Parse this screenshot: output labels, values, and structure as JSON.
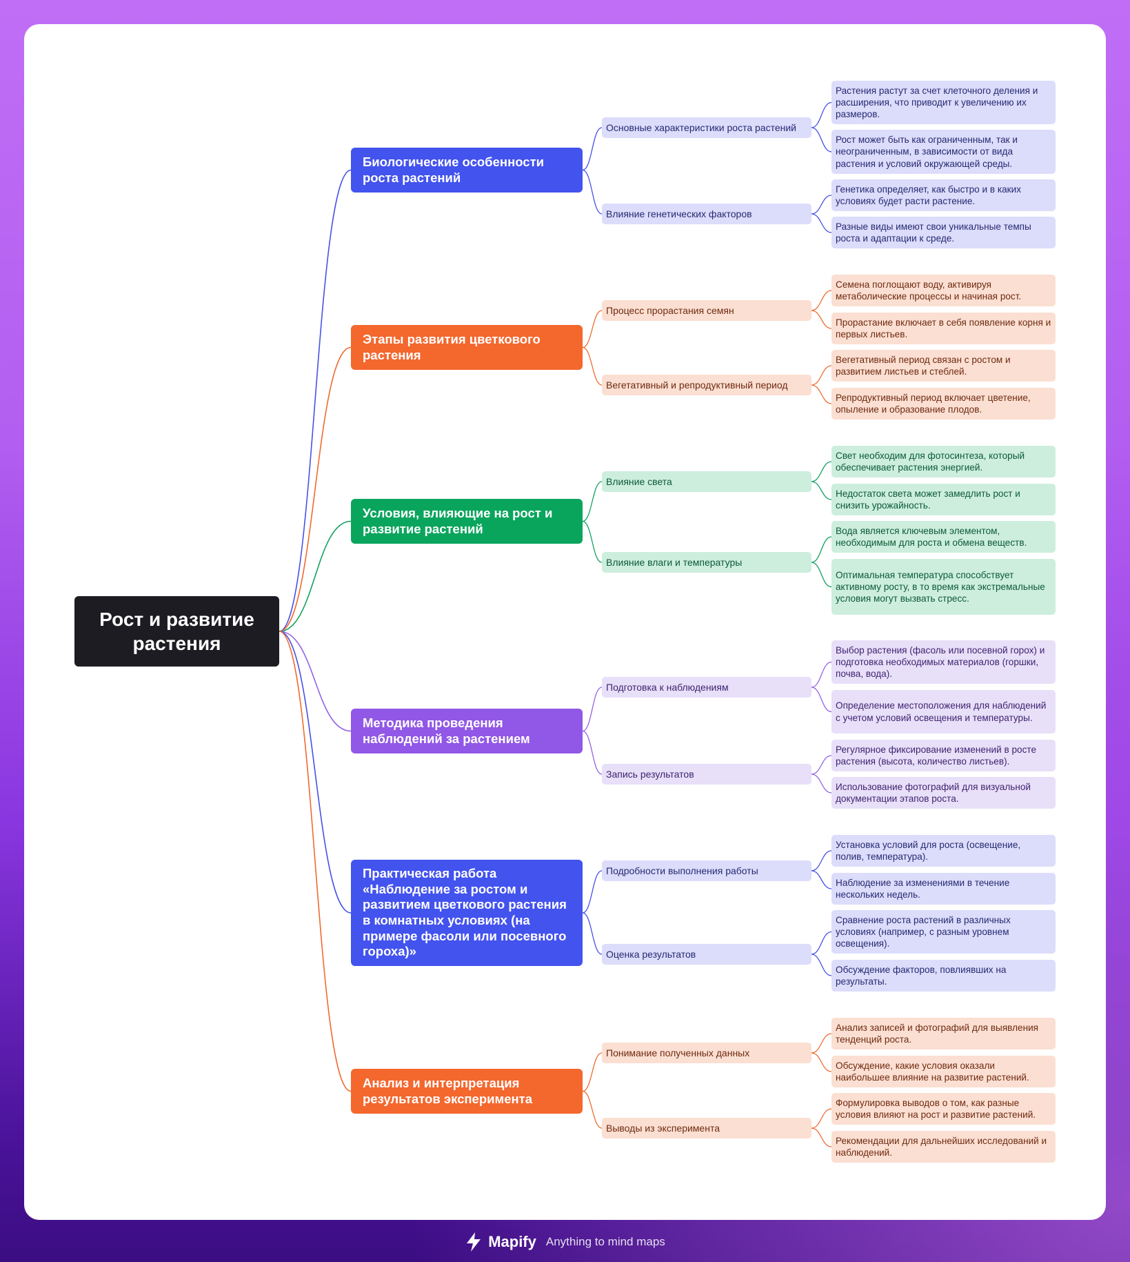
{
  "root": {
    "label": "Рост и развитие растения"
  },
  "topics": [
    {
      "label": "Биологические особенности роста растений",
      "color": "#4353ee",
      "line": "#4650e6",
      "sub_bg": "#dcdcfb",
      "sub_text": "#252a70",
      "subtopics": [
        {
          "label": "Основные характеристики роста растений",
          "leaves": [
            "Растения растут за счет клеточного деления и расширения, что приводит к увеличению их размеров.",
            "Рост может быть как ограниченным, так и неограниченным, в зависимости от вида растения и условий окружающей среды."
          ]
        },
        {
          "label": "Влияние генетических факторов",
          "leaves": [
            "Генетика определяет, как быстро и в каких условиях будет расти растение.",
            "Разные виды имеют свои уникальные темпы роста и адаптации к среде."
          ]
        }
      ]
    },
    {
      "label": "Этапы развития цветкового растения",
      "color": "#f4672d",
      "line": "#ef6a2e",
      "sub_bg": "#fbdfd2",
      "sub_text": "#6e2a10",
      "subtopics": [
        {
          "label": "Процесс прорастания семян",
          "leaves": [
            "Семена поглощают воду, активируя метаболические процессы и начиная рост.",
            "Прорастание включает в себя появление корня и первых листьев."
          ]
        },
        {
          "label": "Вегетативный и репродуктивный период",
          "leaves": [
            "Вегетативный период связан с ростом и развитием листьев и стеблей.",
            "Репродуктивный период включает цветение, опыление и образование плодов."
          ]
        }
      ]
    },
    {
      "label": "Условия, влияющие на рост и развитие растений",
      "color": "#0aa55d",
      "line": "#13a062",
      "sub_bg": "#cdeedd",
      "sub_text": "#0c5a35",
      "subtopics": [
        {
          "label": "Влияние света",
          "leaves": [
            "Свет необходим для фотосинтеза, который обеспечивает растения энергией.",
            "Недостаток света может замедлить рост и снизить урожайность."
          ]
        },
        {
          "label": "Влияние влаги и температуры",
          "leaves": [
            "Вода является ключевым элементом, необходимым для роста и обмена веществ.",
            "Оптимальная температура способствует активному росту, в то время как экстремальные условия могут вызвать стресс."
          ]
        }
      ]
    },
    {
      "label": "Методика проведения наблюдений за растением",
      "color": "#9157e6",
      "line": "#9361e6",
      "sub_bg": "#e8dff8",
      "sub_text": "#3d2470",
      "subtopics": [
        {
          "label": "Подготовка к наблюдениям",
          "leaves": [
            "Выбор растения (фасоль или посевной горох) и подготовка необходимых материалов (горшки, почва, вода).",
            "Определение местоположения для наблюдений с учетом условий освещения и температуры."
          ]
        },
        {
          "label": "Запись результатов",
          "leaves": [
            "Регулярное фиксирование изменений в росте растения (высота, количество листьев).",
            "Использование фотографий для визуальной документации этапов роста."
          ]
        }
      ]
    },
    {
      "label": "Практическая работа «Наблюдение за ростом и развитием цветкового растения в комнатных условиях (на примере фасоли или посевного гороха)»",
      "color": "#4353ee",
      "line": "#4650e6",
      "sub_bg": "#dcdcfb",
      "sub_text": "#252a70",
      "subtopics": [
        {
          "label": "Подробности выполнения работы",
          "leaves": [
            "Установка условий для роста (освещение, полив, температура).",
            "Наблюдение за изменениями в течение нескольких недель."
          ]
        },
        {
          "label": "Оценка результатов",
          "leaves": [
            "Сравнение роста растений в различных условиях (например, с разным уровнем освещения).",
            "Обсуждение факторов, повлиявших на результаты."
          ]
        }
      ]
    },
    {
      "label": "Анализ и интерпретация результатов эксперимента",
      "color": "#f4672d",
      "line": "#ef6a2e",
      "sub_bg": "#fbdfd2",
      "sub_text": "#6e2a10",
      "subtopics": [
        {
          "label": "Понимание полученных данных",
          "leaves": [
            "Анализ записей и фотографий для выявления тенденций роста.",
            "Обсуждение, какие условия оказали наибольшее влияние на развитие растений."
          ]
        },
        {
          "label": "Выводы из эксперимента",
          "leaves": [
            "Формулировка выводов о том, как разные условия влияют на рост и развитие растений.",
            "Рекомендации для дальнейших исследований и наблюдений."
          ]
        }
      ]
    }
  ],
  "branding": {
    "name": "Mapify",
    "tagline": "Anything to mind maps",
    "logo_icon": "lightning-bolt-icon"
  },
  "colors": {
    "root_bg": "#1c1c22",
    "card_bg": "#ffffff"
  }
}
